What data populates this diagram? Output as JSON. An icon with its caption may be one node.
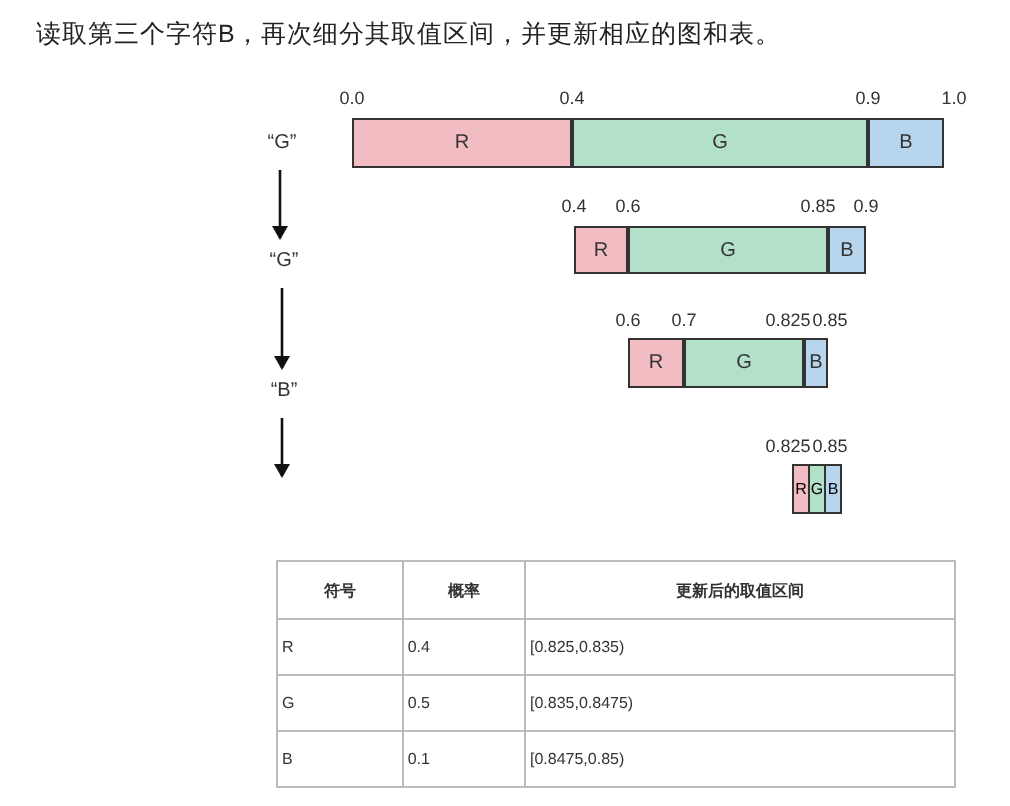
{
  "diagram": {
    "title": "读取第三个字符B，再次细分其取值区间，并更新相应的图和表。",
    "nodes": [
      {
        "text": [
          "“G”"
        ]
      },
      {
        "text": [
          "R"
        ]
      },
      {
        "text": [
          "G"
        ]
      },
      {
        "text": [
          "B"
        ]
      },
      {
        "text": [
          "“G”"
        ]
      },
      {
        "text": [
          "R"
        ]
      },
      {
        "text": [
          "G"
        ]
      },
      {
        "text": [
          "B"
        ]
      },
      {
        "text": [
          "“B”"
        ]
      },
      {
        "text": [
          "R"
        ]
      },
      {
        "text": [
          "G"
        ]
      },
      {
        "text": [
          "B"
        ]
      },
      {
        "text": [
          "R"
        ]
      },
      {
        "text": [
          "G"
        ]
      },
      {
        "text": [
          "B"
        ]
      }
    ],
    "edges": [
      {
        "from": 0,
        "to": 4,
        "arrow": "to"
      },
      {
        "from": 4,
        "to": 8,
        "arrow": "to"
      },
      {
        "from": 8,
        "to": null,
        "arrow": "to"
      }
    ],
    "labels": [
      "0.0",
      "0.4",
      "0.9",
      "1.0",
      "0.4",
      "0.6",
      "0.85",
      "0.9",
      "0.6",
      "0.7",
      "0.825",
      "0.85",
      "0.825",
      "0.85",
      "符号",
      "概率",
      "更新后的取值区间",
      "R",
      "0.4",
      "[0.825,0.835)",
      "G",
      "0.5",
      "[0.835,0.8475)",
      "B",
      "0.1",
      "[0.8475,0.85)"
    ]
  }
}
